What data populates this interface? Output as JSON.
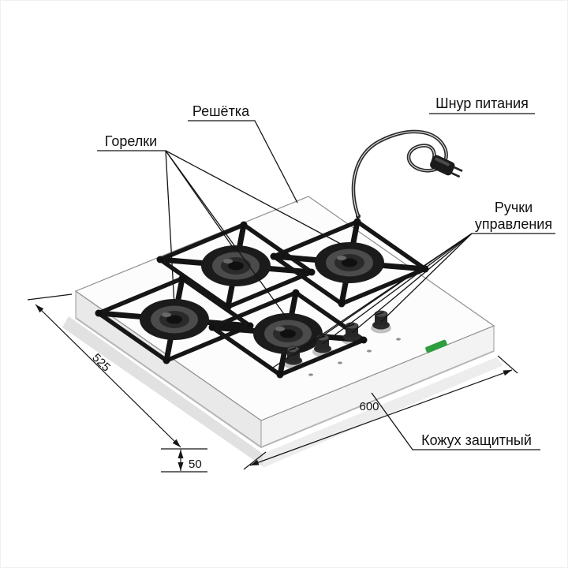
{
  "diagram": {
    "title_context": "Gas hob installation diagram",
    "labels": {
      "grate": "Решётка",
      "power_cord": "Шнур питания",
      "burners": "Горелки",
      "knobs_line1": "Ручки",
      "knobs_line2": "управления",
      "casing": "Кожух защитный"
    },
    "dimensions": {
      "depth": "525",
      "width": "600",
      "height": "50"
    },
    "colors": {
      "line": "#151515",
      "burner_dark": "#1b1b1b",
      "logo_green": "#2e9e3f",
      "surface_white": "#fcfcfc"
    },
    "icons": [
      "power-plug-icon",
      "burner-icon",
      "knob-icon"
    ]
  }
}
